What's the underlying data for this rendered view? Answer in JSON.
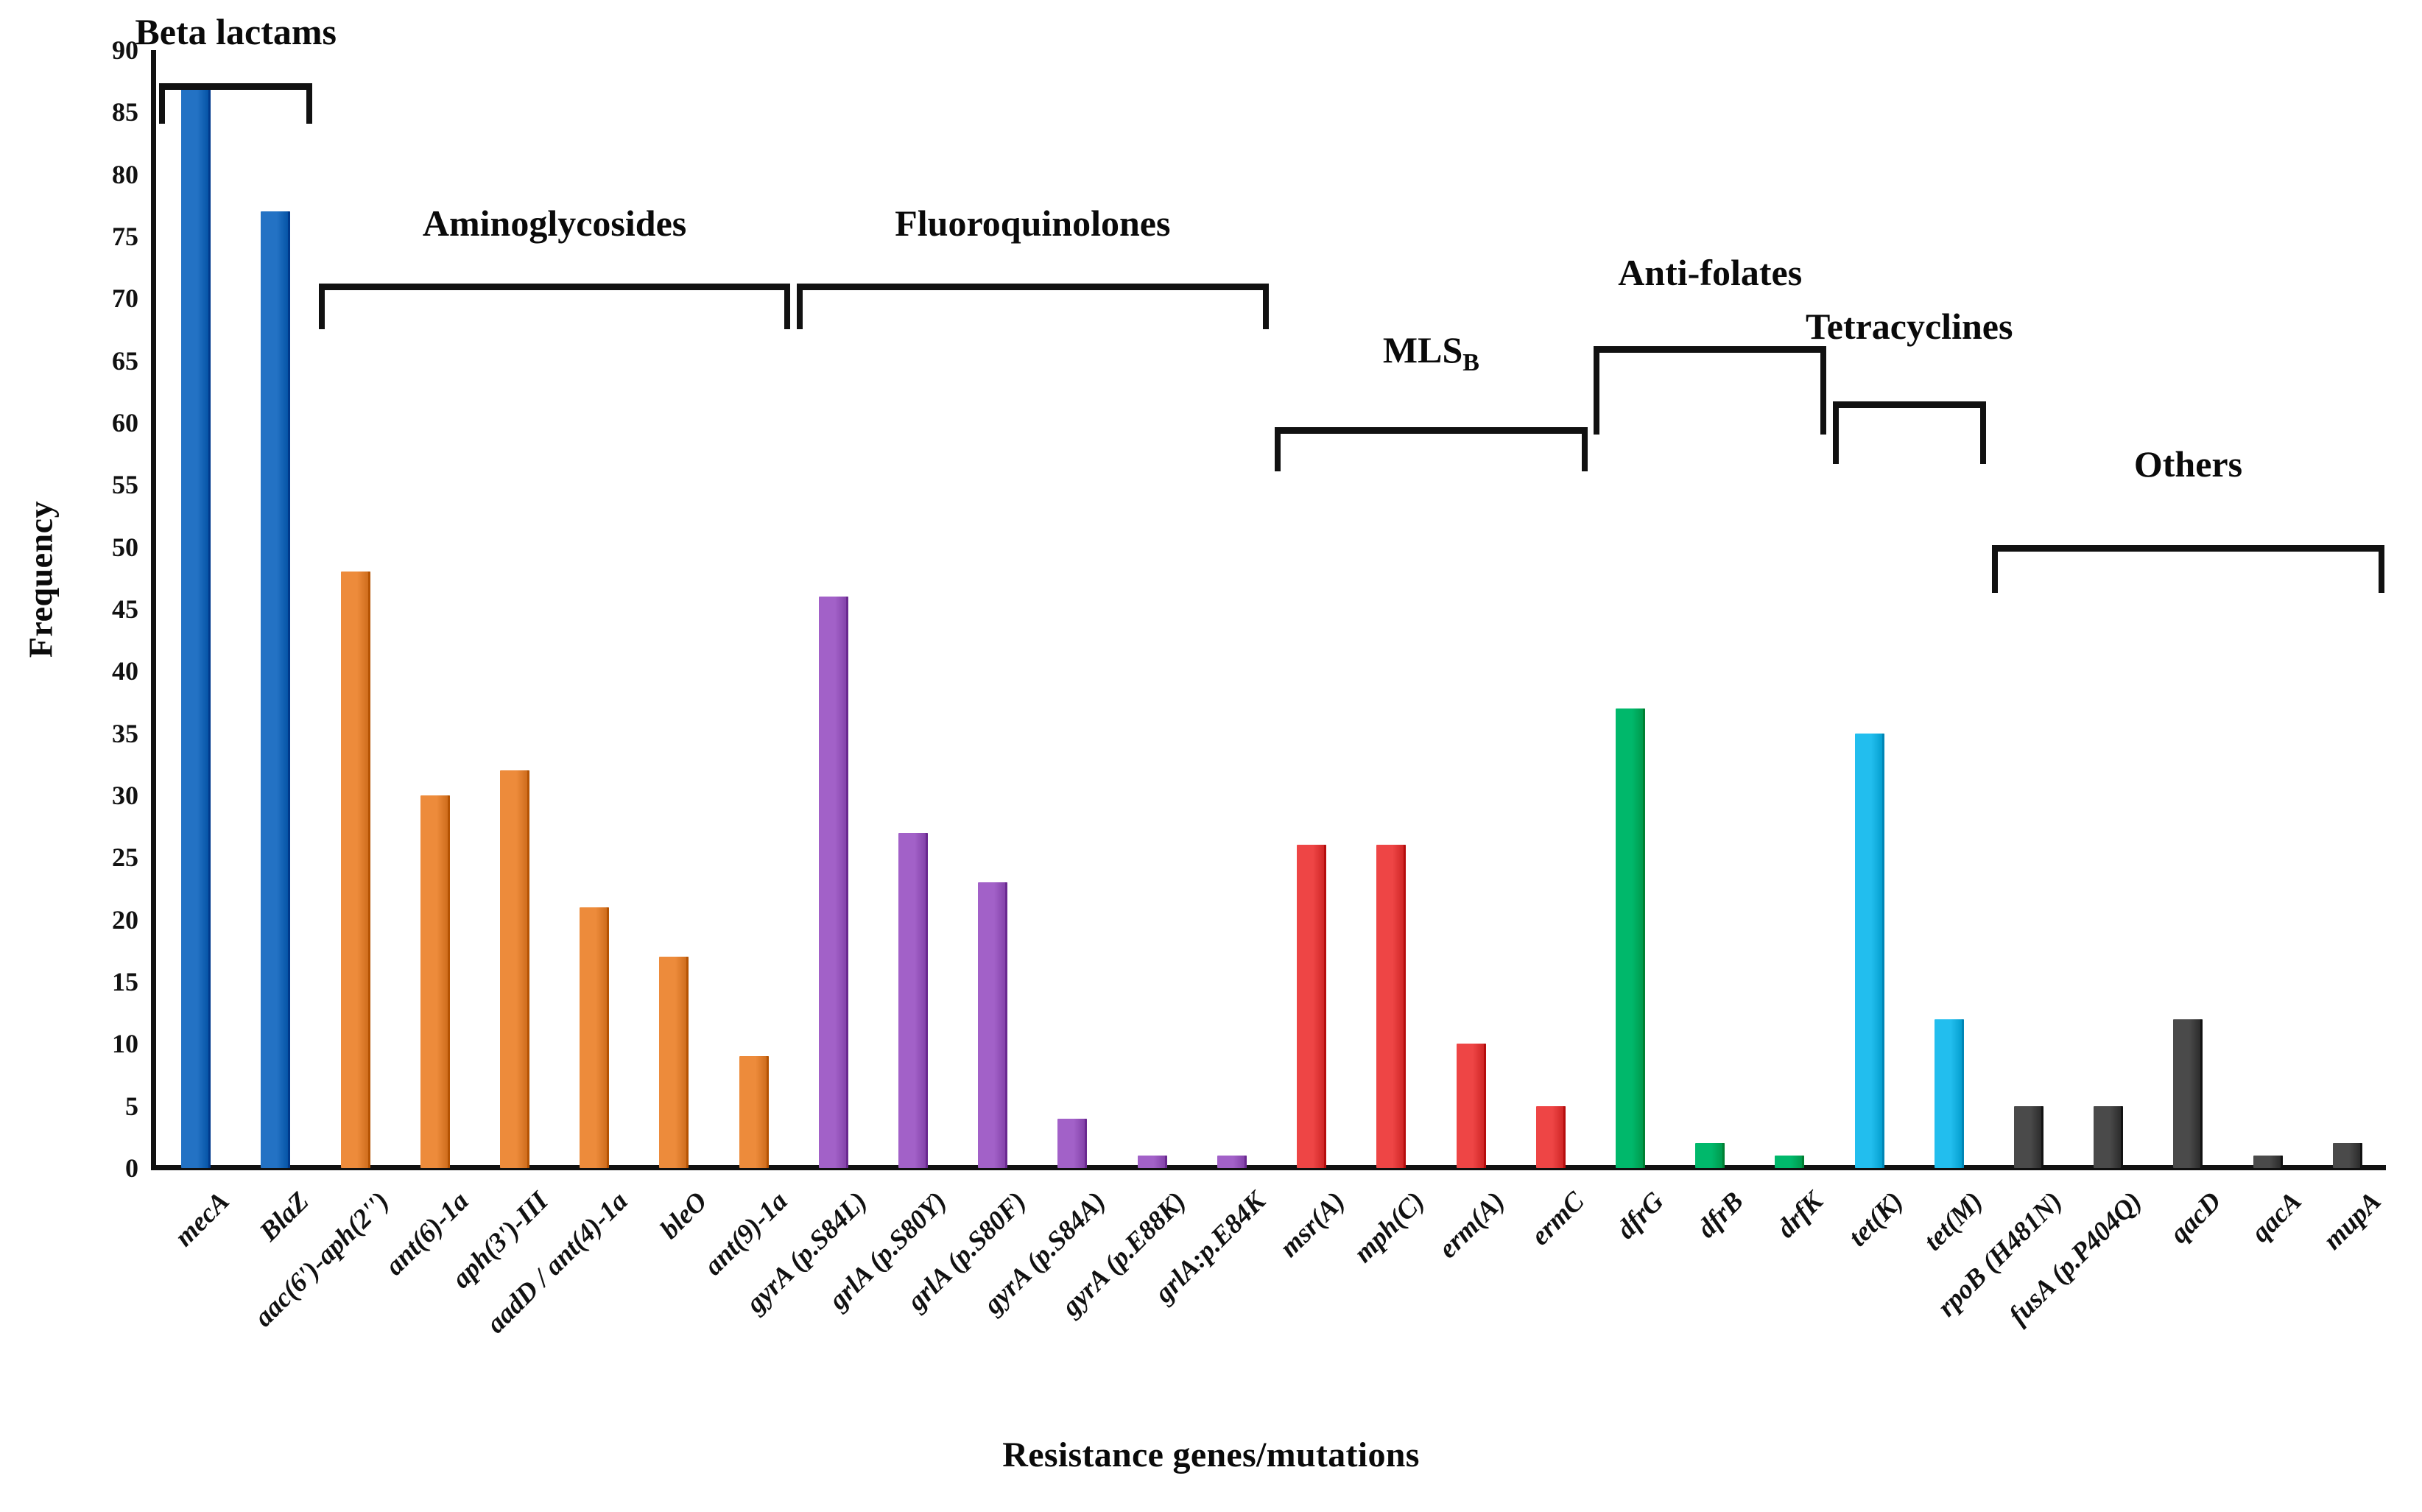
{
  "chart_data": {
    "type": "bar",
    "title": "",
    "xlabel": "Resistance genes/mutations",
    "ylabel": "Frequency",
    "ylim": [
      0,
      90
    ],
    "ytick_step": 5,
    "yticks": [
      90,
      85,
      80,
      75,
      70,
      65,
      60,
      55,
      50,
      45,
      40,
      35,
      30,
      25,
      20,
      15,
      10,
      5,
      0
    ],
    "grid": false,
    "legend": "none",
    "categories": [
      "mecA",
      "BlaZ",
      "aac(6')-aph(2'')",
      "ant(6)-1a",
      "aph(3')-III",
      "aadD / ant(4)-1a",
      "bleO",
      "ant(9)-1a",
      "gyrA (p.S84L)",
      "grlA (p.S80Y)",
      "grlA (p.S80F)",
      "gyrA (p.S84A)",
      "gyrA (p.E88K)",
      "grlA:p.E84K",
      "msr(A)",
      "mph(C)",
      "erm(A)",
      "ermC",
      "dfrG",
      "dfrB",
      "drfK",
      "tet(K)",
      "tet(M)",
      "rpoB (H481N)",
      "fusA (p.P404Q)",
      "qacD",
      "qacA",
      "mupA"
    ],
    "values": [
      87,
      77,
      48,
      30,
      32,
      21,
      17,
      9,
      46,
      27,
      23,
      4,
      1,
      1,
      26,
      26,
      10,
      5,
      37,
      2,
      1,
      35,
      12,
      5,
      5,
      12,
      1,
      2
    ],
    "bar_colors": [
      "#2372C4",
      "#2372C4",
      "#ED8B3B",
      "#ED8B3B",
      "#ED8B3B",
      "#ED8B3B",
      "#ED8B3B",
      "#ED8B3B",
      "#A261C8",
      "#A261C8",
      "#A261C8",
      "#A261C8",
      "#A261C8",
      "#A261C8",
      "#EE4545",
      "#EE4545",
      "#EE4545",
      "#EE4545",
      "#00B86B",
      "#00B86B",
      "#00B86B",
      "#22BEEE",
      "#22BEEE",
      "#4A4A4A",
      "#4A4A4A",
      "#4A4A4A",
      "#4A4A4A",
      "#4A4A4A"
    ],
    "groups": [
      {
        "label": "Beta lactams",
        "sub": "",
        "first": 0,
        "last": 1
      },
      {
        "label": "Aminoglycosides",
        "sub": "",
        "first": 2,
        "last": 7
      },
      {
        "label": "Fluoroquinolones",
        "sub": "",
        "first": 8,
        "last": 13
      },
      {
        "label": "MLS",
        "sub": "B",
        "first": 14,
        "last": 17
      },
      {
        "label": "Anti-folates",
        "sub": "",
        "first": 18,
        "last": 20
      },
      {
        "label": "Tetracyclines",
        "sub": "",
        "first": 21,
        "last": 22
      },
      {
        "label": "Others",
        "sub": "",
        "first": 23,
        "last": 27
      }
    ]
  },
  "palette": {
    "beta_lactams": "#2372C4",
    "aminoglycosides": "#ED8B3B",
    "fluoroquinolones": "#A261C8",
    "mlsb": "#EE4545",
    "anti_folates": "#00B86B",
    "tetracyclines": "#22BEEE",
    "others": "#4A4A4A",
    "axis": "#111111",
    "background": "#FFFFFF"
  }
}
